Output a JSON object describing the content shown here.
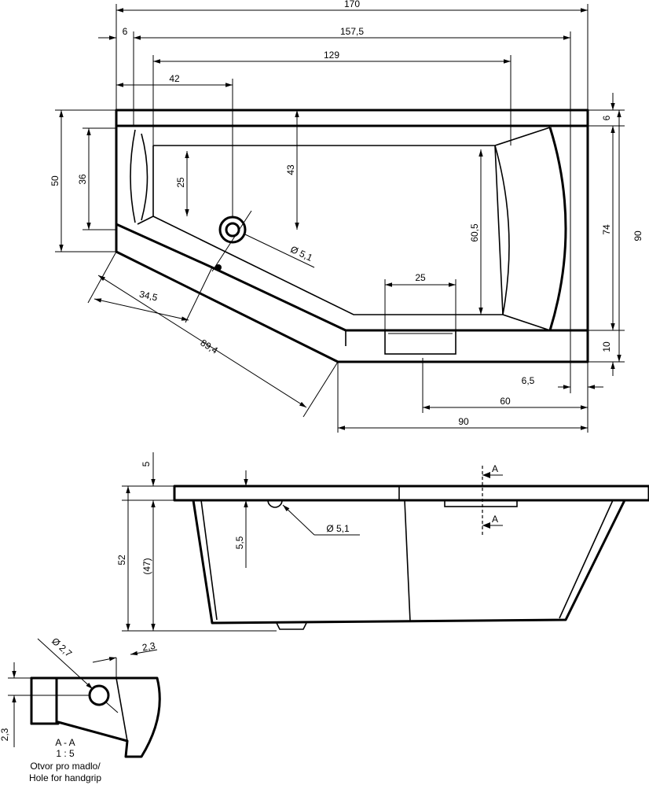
{
  "top_view": {
    "dims": {
      "overall_width": "170",
      "rim": "6",
      "inner_length": "157,5",
      "bottom_length": "129",
      "drain_offset": "42",
      "depth_left": "50",
      "depth_left_inner": "36",
      "drain_to_seat": "25",
      "drain_depth": "43",
      "drain_diameter": "Ø 5,1",
      "oblique_short": "34,5",
      "oblique_long": "89,4",
      "handle_width": "25",
      "right_inner": "60,5",
      "right_rim_top": "6",
      "right_inner_total": "74",
      "right_total": "90",
      "right_rim_bottom": "10",
      "bottom_offset": "6,5",
      "bottom_60": "60",
      "bottom_90": "90"
    }
  },
  "side_view": {
    "dims": {
      "rim_thickness": "5",
      "total_height": "52",
      "inner_height": "(47)",
      "drain_height": "5,5",
      "drain_diameter": "Ø 5,1"
    },
    "section_label_top": "A",
    "section_label_bottom": "A"
  },
  "detail": {
    "hole_diameter": "Ø 2,7",
    "offset_top": "2,3",
    "offset_left": "2,3",
    "section_title": "A - A",
    "scale": "1 : 5",
    "caption_cz": "Otvor pro madlo/",
    "caption_en": "Hole for handgrip"
  }
}
